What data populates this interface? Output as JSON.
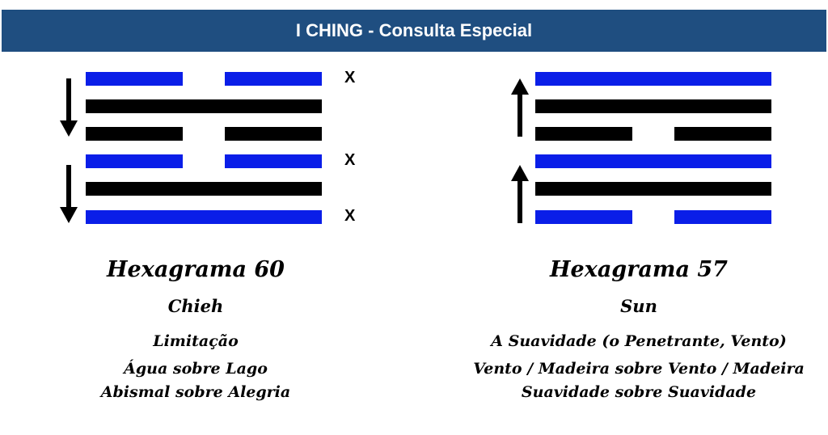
{
  "header": {
    "title": "I CHING - Consulta Especial"
  },
  "colors": {
    "header_bg": "#1f4e80",
    "blue": "#0a1ee8",
    "black": "#000000"
  },
  "hexagrams": [
    {
      "title": "Hexagrama 60",
      "name": "Chieh",
      "meaning": "Limitação",
      "line1": "Água sobre Lago",
      "line2": "Abismal sobre Alegria",
      "arrow_direction": "down",
      "lines_top_to_bottom": [
        {
          "type": "broken",
          "color": "blue",
          "marker": "X"
        },
        {
          "type": "solid",
          "color": "black",
          "marker": ""
        },
        {
          "type": "broken",
          "color": "black",
          "marker": ""
        },
        {
          "type": "broken",
          "color": "blue",
          "marker": "X"
        },
        {
          "type": "solid",
          "color": "black",
          "marker": ""
        },
        {
          "type": "solid",
          "color": "blue",
          "marker": "X"
        }
      ]
    },
    {
      "title": "Hexagrama 57",
      "name": "Sun",
      "meaning": "A Suavidade (o Penetrante, Vento)",
      "line1": "Vento / Madeira sobre Vento / Madeira",
      "line2": "Suavidade sobre Suavidade",
      "arrow_direction": "up",
      "lines_top_to_bottom": [
        {
          "type": "solid",
          "color": "blue",
          "marker": ""
        },
        {
          "type": "solid",
          "color": "black",
          "marker": ""
        },
        {
          "type": "broken",
          "color": "black",
          "marker": ""
        },
        {
          "type": "solid",
          "color": "blue",
          "marker": ""
        },
        {
          "type": "solid",
          "color": "black",
          "marker": ""
        },
        {
          "type": "broken",
          "color": "blue",
          "marker": ""
        }
      ]
    }
  ]
}
